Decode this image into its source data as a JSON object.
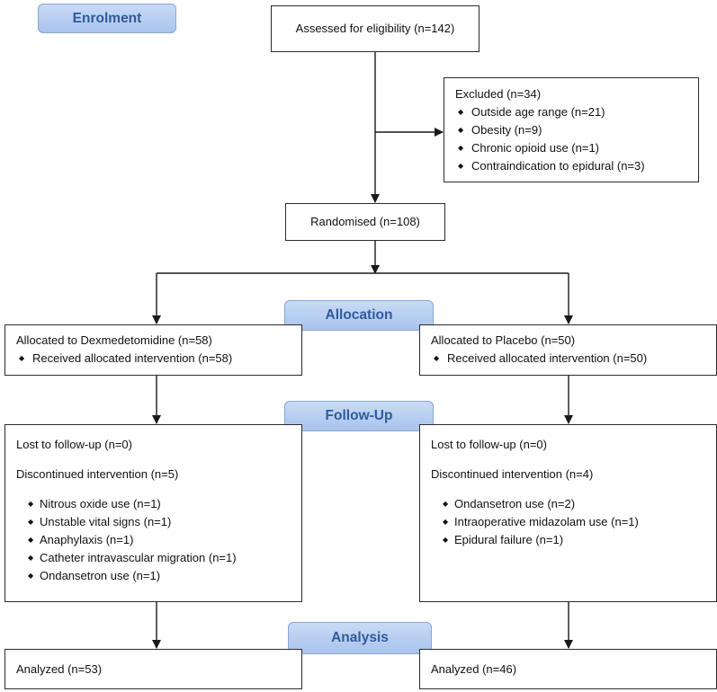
{
  "stages": {
    "enrolment": "Enrolment",
    "allocation": "Allocation",
    "follow_up": "Follow-Up",
    "analysis": "Analysis"
  },
  "assessed": "Assessed for eligibility (n=142)",
  "excluded": {
    "title": "Excluded (n=34)",
    "items": [
      "Outside age range (n=21)",
      "Obesity (n=9)",
      "Chronic opioid use (n=1)",
      "Contraindication to epidural (n=3)"
    ]
  },
  "randomised": "Randomised (n=108)",
  "left": {
    "allocation_title": "Allocated to Dexmedetomidine (n=58)",
    "allocation_item": "Received allocated intervention (n=58)",
    "lost": "Lost to follow-up (n=0)",
    "discontinued": "Discontinued intervention (n=5)",
    "discontinued_items": [
      "Nitrous oxide use (n=1)",
      "Unstable vital signs (n=1)",
      "Anaphylaxis (n=1)",
      "Catheter intravascular migration (n=1)",
      "Ondansetron use (n=1)"
    ],
    "analyzed": "Analyzed (n=53)"
  },
  "right": {
    "allocation_title": "Allocated to Placebo (n=50)",
    "allocation_item": "Received allocated intervention (n=50)",
    "lost": "Lost to follow-up (n=0)",
    "discontinued": "Discontinued intervention (n=4)",
    "discontinued_items": [
      "Ondansetron use (n=2)",
      "Intraoperative midazolam use (n=1)",
      "Epidural failure (n=1)"
    ],
    "analyzed": "Analyzed (n=46)"
  },
  "colors": {
    "stage_fill": "#b8cff1",
    "stage_text": "#2f5b9c",
    "line": "#1a1a1a"
  }
}
